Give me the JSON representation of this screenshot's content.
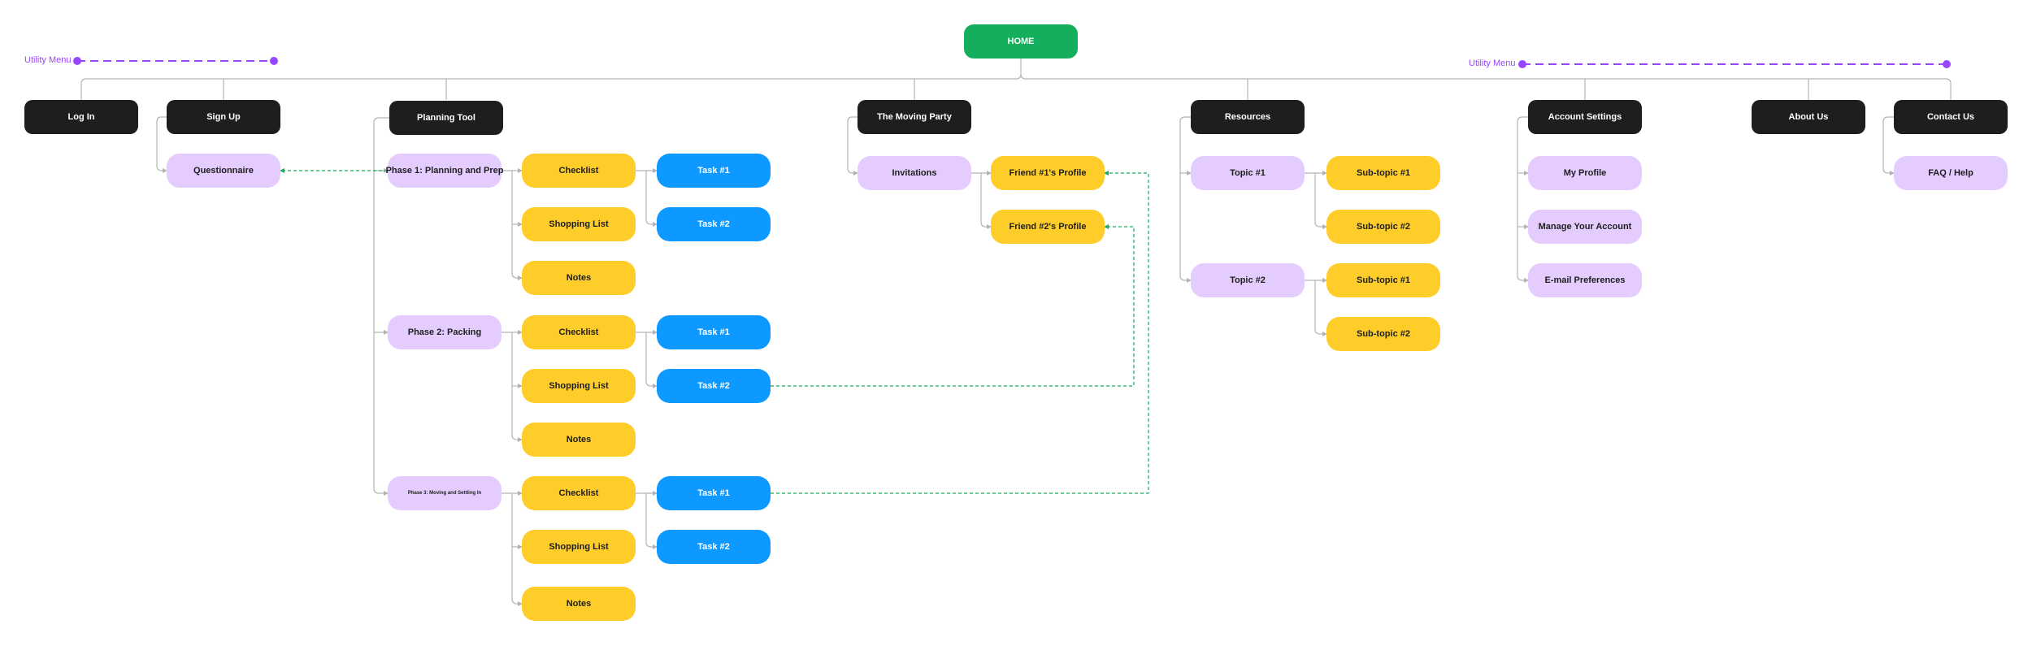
{
  "home": "HOME",
  "utility_menu_left": "Utility Menu",
  "utility_menu_right": "Utility Menu",
  "sections": {
    "login": "Log In",
    "signup": "Sign Up",
    "planning": "Planning Tool",
    "party": "The Moving Party",
    "resources": "Resources",
    "account": "Account Settings",
    "about": "About Us",
    "contact": "Contact Us"
  },
  "signup_children": {
    "questionnaire": "Questionnaire"
  },
  "planning_tool": {
    "phase1": {
      "label": "Phase 1: Planning and Prep",
      "checklist": "Checklist",
      "shopping": "Shopping List",
      "notes": "Notes",
      "task1": "Task #1",
      "task2": "Task #2"
    },
    "phase2": {
      "label": "Phase 2: Packing",
      "checklist": "Checklist",
      "shopping": "Shopping List",
      "notes": "Notes",
      "task1": "Task #1",
      "task2": "Task #2"
    },
    "phase3": {
      "label": "Phase 3: Moving and Settling In",
      "checklist": "Checklist",
      "shopping": "Shopping List",
      "notes": "Notes",
      "task1": "Task #1",
      "task2": "Task #2"
    }
  },
  "moving_party": {
    "invitations": "Invitations",
    "friend1": "Friend #1's Profile",
    "friend2": "Friend #2's Profile"
  },
  "resources": {
    "topic1": "Topic #1",
    "topic1_sub1": "Sub-topic #1",
    "topic1_sub2": "Sub-topic #2",
    "topic2": "Topic #2",
    "topic2_sub1": "Sub-topic #1",
    "topic2_sub2": "Sub-topic #2"
  },
  "account_settings": {
    "profile": "My Profile",
    "manage": "Manage Your Account",
    "email": "E-mail Preferences"
  },
  "contact_us": {
    "faq": "FAQ / Help"
  },
  "colors": {
    "home": "#14ae5c",
    "section": "#1e1e1e",
    "page": "#e4ccff",
    "subpage": "#ffcd29",
    "task": "#0d99ff",
    "utility": "#9747ff",
    "cross_link": "#14ae5c",
    "connector": "#b3b3b3"
  }
}
